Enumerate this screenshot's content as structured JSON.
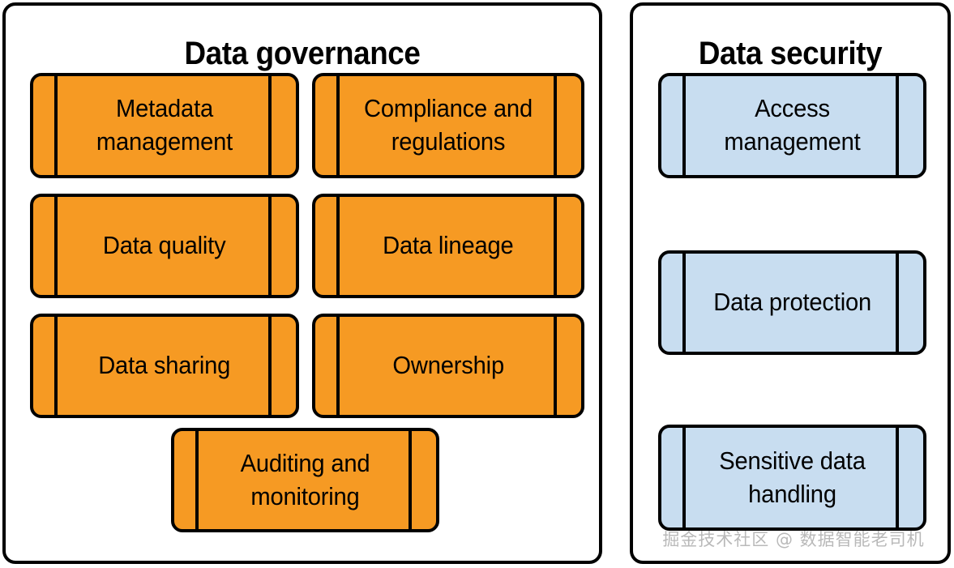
{
  "diagram": {
    "title_left": "Data governance",
    "title_right": "Data security",
    "colors": {
      "governance_fill": "#F69A23",
      "security_fill": "#C8DDF0",
      "stroke": "#000000",
      "background": "#FFFFFF",
      "watermark": "#B9B9B9"
    }
  },
  "governance": {
    "title": "Data governance",
    "nodes": [
      {
        "label": "Metadata management",
        "col": "left",
        "row": 1
      },
      {
        "label": "Compliance and regulations",
        "col": "right",
        "row": 1
      },
      {
        "label": "Data quality",
        "col": "left",
        "row": 2
      },
      {
        "label": "Data lineage",
        "col": "right",
        "row": 2
      },
      {
        "label": "Data sharing",
        "col": "left",
        "row": 3
      },
      {
        "label": "Ownership",
        "col": "right",
        "row": 3
      },
      {
        "label": "Auditing and monitoring",
        "col": "center",
        "row": 4
      }
    ]
  },
  "security": {
    "title": "Data security",
    "nodes": [
      {
        "label": "Access management",
        "row": 1
      },
      {
        "label": "Data protection",
        "row": 2
      },
      {
        "label": "Sensitive data handling",
        "row": 3
      }
    ]
  },
  "watermark": {
    "text": "掘金技术社区 @ 数据智能老司机"
  }
}
